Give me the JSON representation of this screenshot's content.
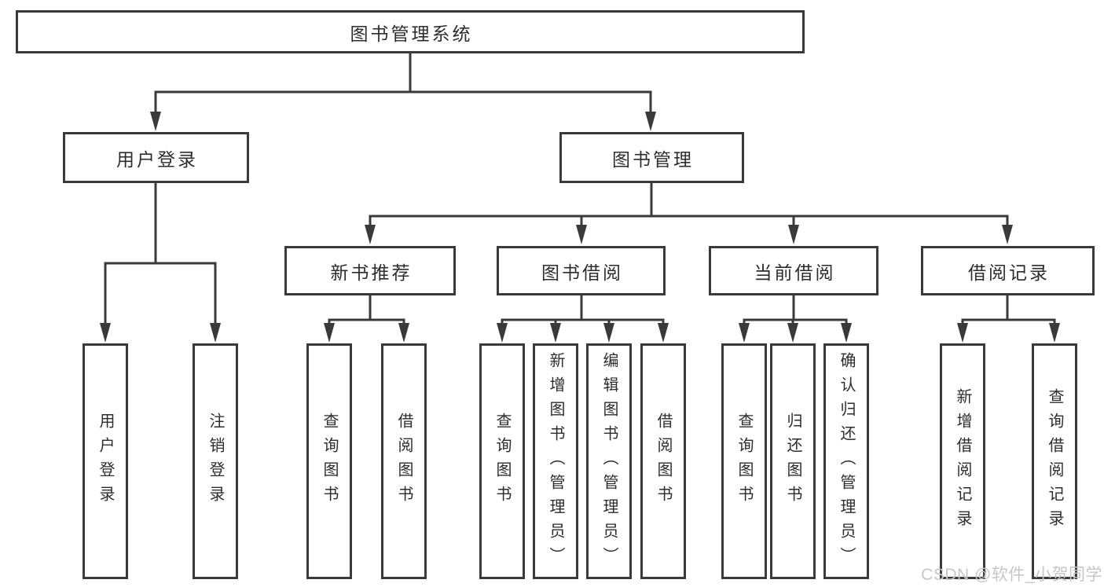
{
  "diagram_title": "图书管理系统",
  "nodes": {
    "root": {
      "label": "图书管理系统"
    },
    "level1": [
      {
        "label": "用户登录"
      },
      {
        "label": "图书管理"
      }
    ],
    "level2": [
      {
        "label": "新书推荐",
        "parent": "图书管理"
      },
      {
        "label": "图书借阅",
        "parent": "图书管理"
      },
      {
        "label": "当前借阅",
        "parent": "图书管理"
      },
      {
        "label": "借阅记录",
        "parent": "图书管理"
      }
    ],
    "leaves": [
      {
        "label": "用户登录",
        "parent": "用户登录"
      },
      {
        "label": "注销登录",
        "parent": "用户登录"
      },
      {
        "label": "查询图书",
        "parent": "新书推荐"
      },
      {
        "label": "借阅图书",
        "parent": "新书推荐"
      },
      {
        "label": "查询图书",
        "parent": "图书借阅"
      },
      {
        "label": "新增图书（管理员）",
        "parent": "图书借阅"
      },
      {
        "label": "编辑图书（管理员）",
        "parent": "图书借阅"
      },
      {
        "label": "借阅图书",
        "parent": "图书借阅"
      },
      {
        "label": "查询图书",
        "parent": "当前借阅"
      },
      {
        "label": "归还图书",
        "parent": "当前借阅"
      },
      {
        "label": "确认归还（管理员）",
        "parent": "当前借阅"
      },
      {
        "label": "新增借阅记录",
        "parent": "借阅记录"
      },
      {
        "label": "查询借阅记录",
        "parent": "借阅记录"
      }
    ]
  },
  "watermark": {
    "text": "CSDN @软件_小贺同学"
  },
  "colors": {
    "background": "#ffffff",
    "line": "#3a3a3a",
    "box_border": "#3a3a3a",
    "box_fill": "#ffffff",
    "text": "#2d2d2d",
    "watermark": "#c6c6c6"
  }
}
